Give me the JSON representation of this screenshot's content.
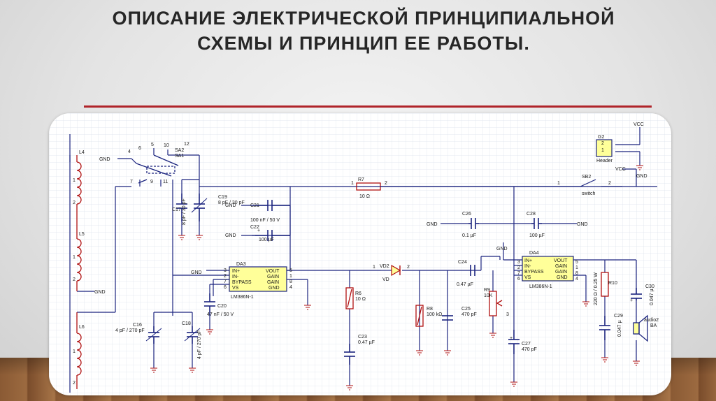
{
  "slide": {
    "title": "ОПИСАНИЕ ЭЛЕКТРИЧЕСКОЙ ПРИНЦИПИАЛЬНОЙ СХЕМЫ И ПРИНЦИП ЕЕ РАБОТЫ."
  },
  "colors": {
    "accent_rule": "#b0242a",
    "wire": "#1a237e",
    "component": "#b01010",
    "chip_fill": "#ffff99",
    "grid": "#dde3ec"
  },
  "schematic": {
    "gnd": "GND",
    "vcc": "VCC",
    "L4": "L4",
    "L5": "L5",
    "L6": "L6",
    "SA2": "SA2",
    "SA1": "SA1",
    "sw_pins": {
      "p4": "4",
      "p5": "5",
      "p6": "6",
      "p10": "10",
      "p12": "12",
      "p7": "7",
      "p9": "9",
      "p11": "11"
    },
    "C17": "C17",
    "C19": "C19",
    "C19v": "8 pF / 30 pF",
    "C17v": "8 pF / 30 pF",
    "C21": "C21",
    "C21v": "100 nF / 50 V",
    "C22": "C22",
    "C22v": "100 µF",
    "DA3": "DA3",
    "DA3part": "LM386N-1",
    "chip_pins": {
      "in_p": "IN+",
      "in_n": "IN-",
      "bypass": "BYPASS",
      "vs": "VS",
      "vout": "VOUT",
      "gain1": "GAIN",
      "gain2": "GAIN",
      "gnd": "GND"
    },
    "pin_nums": {
      "p3": "3",
      "p2": "2",
      "p7": "7",
      "p6": "6",
      "p5": "5",
      "p1": "1",
      "p8": "8",
      "p4": "4"
    },
    "C20": "C20",
    "C20v": "47 nF / 50 V",
    "C16": "C16",
    "C16v": "4 pF / 270 pF",
    "C18": "C18",
    "C18v": "4 pF / 270 pF",
    "R7": "R7",
    "R7v": "10 Ω",
    "VD2": "VD2",
    "VD": "VD",
    "R6": "R6",
    "R6v": "10 Ω",
    "C23": "C23",
    "C23v": "0.47 µF",
    "C24": "C24",
    "C24v": "0.47 µF",
    "R8": "R8",
    "R8v": "100 kΩ",
    "C25": "C25",
    "C25v": "470 pF",
    "R9": "R9",
    "R9v": "10K",
    "C26": "C26",
    "C26v": "0.1 µF",
    "C28": "C28",
    "C28v": "100 µF",
    "C27": "C27",
    "C27v": "470 pF",
    "DA4": "DA4",
    "DA4part": "LM386N-1",
    "R10": "R10",
    "R10v": "220 Ω / 0.25 W",
    "C29": "C29",
    "C29v": "0.047 µ",
    "C30": "C30",
    "C30v": "0.047 µ",
    "BA": "audio2",
    "BAlbl": "BA",
    "G2": "G2",
    "G2part": "Header",
    "SB2": "SB2",
    "SB2part": "switch",
    "n1": "1",
    "n2": "2",
    "n3": "3",
    "plus": "+"
  }
}
